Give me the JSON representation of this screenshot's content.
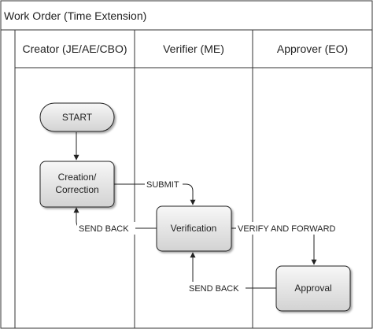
{
  "pool": {
    "title": "Work Order (Time Extension)"
  },
  "lanes": [
    {
      "label": "Creator (JE/AE/CBO)"
    },
    {
      "label": "Verifier (ME)"
    },
    {
      "label": "Approver (EO)"
    }
  ],
  "nodes": {
    "start": {
      "label": "START"
    },
    "creation": {
      "line1": "Creation/",
      "line2": "Correction"
    },
    "verification": {
      "label": "Verification"
    },
    "approval": {
      "label": "Approval"
    }
  },
  "edges": {
    "submit": "SUBMIT",
    "send_back_1": "SEND BACK",
    "verify_forward": "VERIFY AND FORWARD",
    "send_back_2": "SEND BACK"
  },
  "colors": {
    "border": "#333333",
    "node_fill_top": "#f7f7f7",
    "node_fill_bottom": "#d4d4d4",
    "line": "#222222"
  }
}
